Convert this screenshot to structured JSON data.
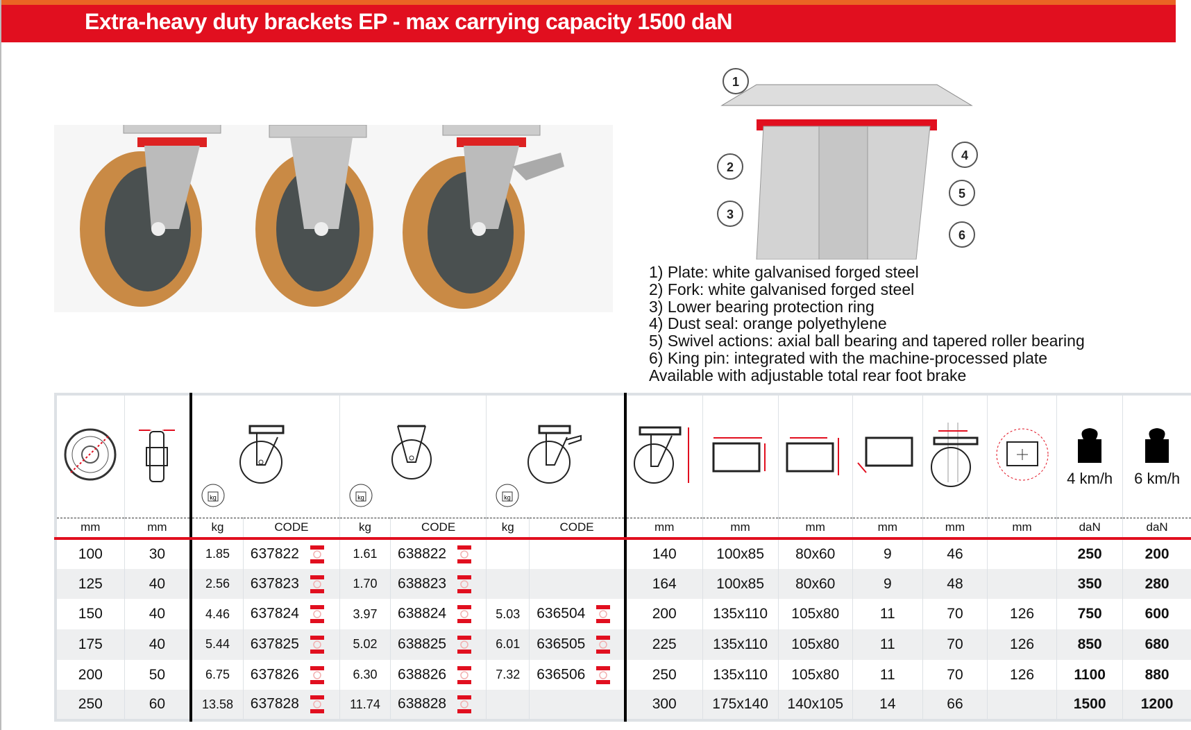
{
  "header": {
    "title": "Extra-heavy duty brackets EP - max carrying capacity 1500 daN"
  },
  "diagram": {
    "callouts": [
      "1",
      "2",
      "3",
      "4",
      "5",
      "6"
    ]
  },
  "legend": [
    "1)  Plate: white galvanised forged steel",
    "2)  Fork: white galvanised forged steel",
    "3)  Lower bearing protection ring",
    "4)  Dust seal: orange polyethylene",
    "5)  Swivel actions: axial ball bearing and tapered roller bearing",
    "6)  King pin: integrated with the machine-processed plate",
    "Available with adjustable total rear foot brake"
  ],
  "table": {
    "speeds": [
      "4 km/h",
      "6 km/h"
    ],
    "units": [
      "mm",
      "mm",
      "kg",
      "CODE",
      "kg",
      "CODE",
      "kg",
      "CODE",
      "mm",
      "mm",
      "mm",
      "mm",
      "mm",
      "mm",
      "daN",
      "daN"
    ],
    "rows": [
      [
        "100",
        "30",
        "1.85",
        "637822",
        "1.61",
        "638822",
        "",
        "",
        "140",
        "100x85",
        "80x60",
        "9",
        "46",
        "",
        "250",
        "200"
      ],
      [
        "125",
        "40",
        "2.56",
        "637823",
        "1.70",
        "638823",
        "",
        "",
        "164",
        "100x85",
        "80x60",
        "9",
        "48",
        "",
        "350",
        "280"
      ],
      [
        "150",
        "40",
        "4.46",
        "637824",
        "3.97",
        "638824",
        "5.03",
        "636504",
        "200",
        "135x110",
        "105x80",
        "11",
        "70",
        "126",
        "750",
        "600"
      ],
      [
        "175",
        "40",
        "5.44",
        "637825",
        "5.02",
        "638825",
        "6.01",
        "636505",
        "225",
        "135x110",
        "105x80",
        "11",
        "70",
        "126",
        "850",
        "680"
      ],
      [
        "200",
        "50",
        "6.75",
        "637826",
        "6.30",
        "638826",
        "7.32",
        "636506",
        "250",
        "135x110",
        "105x80",
        "11",
        "70",
        "126",
        "1100",
        "880"
      ],
      [
        "250",
        "60",
        "13.58",
        "637828",
        "11.74",
        "638828",
        "",
        "",
        "300",
        "175x140",
        "140x105",
        "14",
        "66",
        "",
        "1500",
        "1200"
      ]
    ]
  },
  "colors": {
    "red": "#e10f1f",
    "orange": "#ea6424",
    "wheel": "#c98a45"
  }
}
